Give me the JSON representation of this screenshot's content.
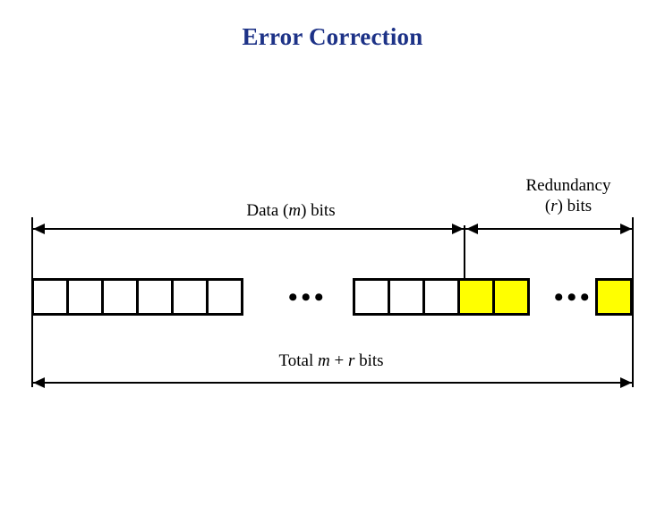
{
  "slide": {
    "title": "Error Correction",
    "title_color": "#1d3287",
    "background_color": "#ffffff"
  },
  "diagram": {
    "labels": {
      "data_span": "Data (m) bits",
      "data_span_parts": {
        "prefix": "Data (",
        "italic": "m",
        "suffix": ") bits"
      },
      "redundancy_line1": "Redundancy",
      "redundancy_line2": "(r) bits",
      "redundancy_line2_parts": {
        "prefix": "(",
        "italic": "r",
        "suffix": ") bits"
      },
      "total_span": "Total m + r bits",
      "total_span_parts": {
        "prefix": "Total ",
        "italic1": "m",
        "middle": " + ",
        "italic2": "r",
        "suffix": " bits"
      }
    },
    "ellipsis_glyph": "•••",
    "colors": {
      "data_cell_fill": "#ffffff",
      "redundancy_cell_fill": "#ffff00",
      "cell_border": "#000000",
      "arrow": "#000000"
    },
    "cell_groups": [
      {
        "name": "data-bits-left",
        "cells": [
          {
            "fill": "white"
          },
          {
            "fill": "white"
          },
          {
            "fill": "white"
          },
          {
            "fill": "white"
          },
          {
            "fill": "white"
          },
          {
            "fill": "white"
          }
        ]
      },
      {
        "name": "data-and-redundancy-middle",
        "cells": [
          {
            "fill": "white"
          },
          {
            "fill": "white"
          },
          {
            "fill": "white"
          },
          {
            "fill": "yellow"
          },
          {
            "fill": "yellow"
          }
        ]
      },
      {
        "name": "redundancy-bits-right",
        "cells": [
          {
            "fill": "yellow"
          }
        ]
      }
    ]
  }
}
